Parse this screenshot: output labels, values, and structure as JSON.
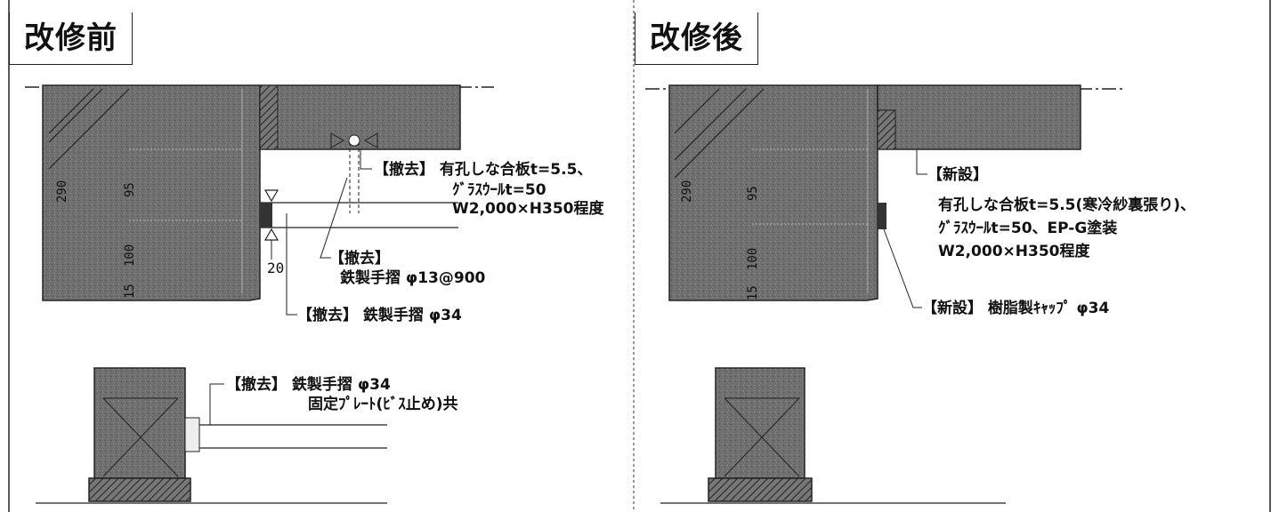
{
  "panels": {
    "before": {
      "title": "改修前",
      "labels": {
        "remove_board_1": "【撤去】 有孔しな合板t=5.5、",
        "remove_board_2": "ｸﾞﾗｽｳｰﾙt=50",
        "remove_board_3": "W2,000×H350程度",
        "remove_rail_small_1": "【撤去】",
        "remove_rail_small_2": "鉄製手摺 φ13@900",
        "remove_rail_34": "【撤去】 鉄製手摺 φ34",
        "remove_rail_plate_1": "【撤去】 鉄製手摺 φ34",
        "remove_rail_plate_2": "固定ﾌﾟﾚｰﾄ(ﾋﾞｽ止め)共"
      },
      "dims": {
        "d290": "290",
        "d95": "95",
        "d100": "100",
        "d15": "15",
        "d20": "20"
      }
    },
    "after": {
      "title": "改修後",
      "labels": {
        "new_board_head": "【新設】",
        "new_board_1": "有孔しな合板t=5.5(寒冷紗裏張り)、",
        "new_board_2": "ｸﾞﾗｽｳｰﾙt=50、EP-G塗装",
        "new_board_3": "W2,000×H350程度",
        "new_cap": "【新設】 樹脂製ｷｬｯﾌﾟ φ34"
      },
      "dims": {
        "d290": "290",
        "d95": "95",
        "d100": "100",
        "d15": "15"
      }
    }
  },
  "colors": {
    "concrete": "#6f6f6f",
    "line": "#222222",
    "background": "#ffffff"
  }
}
